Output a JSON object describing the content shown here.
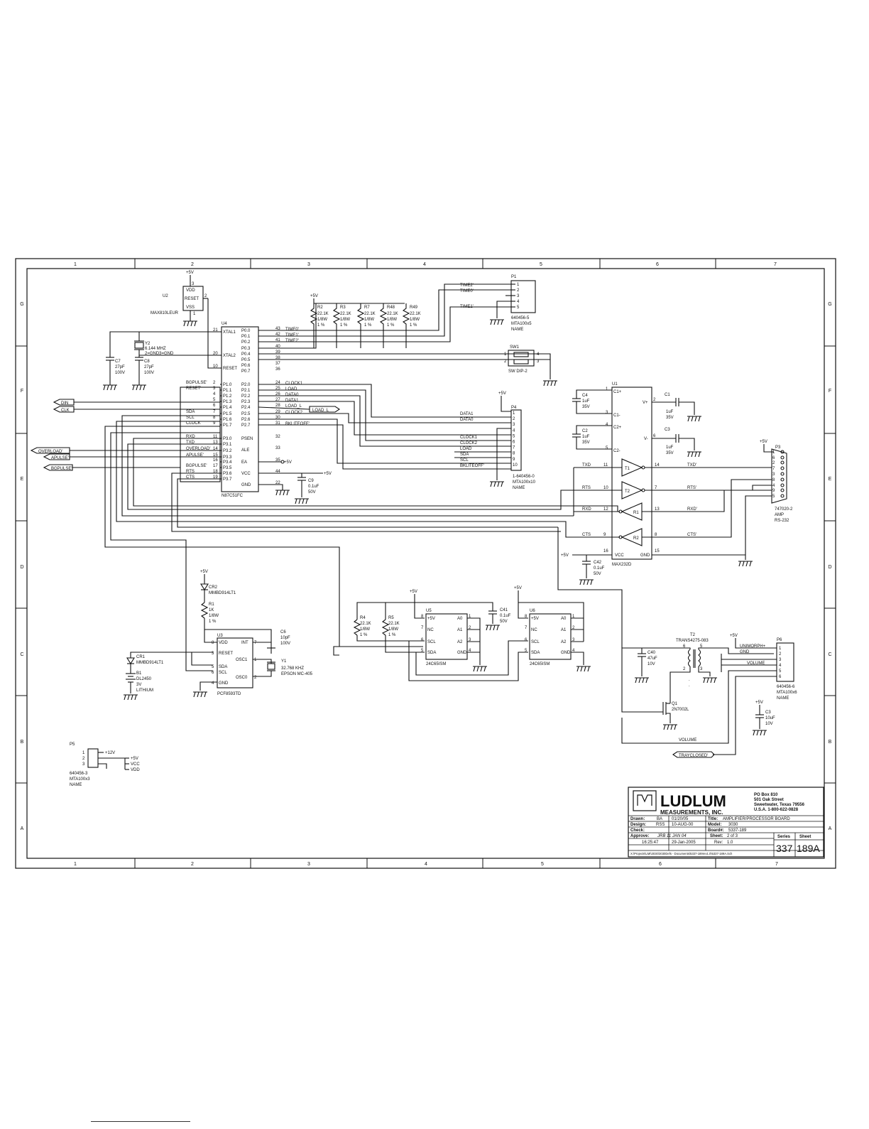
{
  "zones_cols": [
    "1",
    "2",
    "3",
    "4",
    "5",
    "6",
    "7"
  ],
  "zones_rows": [
    "G",
    "F",
    "E",
    "D",
    "C",
    "B",
    "A"
  ],
  "components": {
    "u2": {
      "ref": "U2",
      "part": "MAX810LEUR",
      "pins": {
        "vdd": "VDD",
        "reset": "RESET",
        "vss": "VSS",
        "n3": "3",
        "n2": "2",
        "n1": "1"
      },
      "supply": "+5V"
    },
    "u4": {
      "ref": "U4",
      "part": "N87C51FC",
      "left_pins": [
        "XTAL1",
        "XTAL2",
        "RESET",
        "P1.0",
        "P1.1",
        "P1.2",
        "P1.3",
        "P1.4",
        "P1.5",
        "P1.6",
        "P1.7",
        "P3.0",
        "P3.1",
        "P3.2",
        "P3.3",
        "P3.4",
        "P3.5",
        "P3.6",
        "P3.7"
      ],
      "left_nums": [
        "21",
        "20",
        "10",
        "2",
        "3",
        "4",
        "5",
        "6",
        "7",
        "8",
        "9",
        "11",
        "13",
        "14",
        "15",
        "16",
        "17",
        "18",
        "19"
      ],
      "right_pins": [
        "P0.0",
        "P0.1",
        "P0.2",
        "P0.3",
        "P0.4",
        "P0.5",
        "P0.6",
        "P0.7",
        "P2.0",
        "P2.1",
        "P2.2",
        "P2.3",
        "P2.4",
        "P2.5",
        "P2.6",
        "P2.7",
        "PSEN",
        "ALE",
        "EA",
        "VCC",
        "GND"
      ],
      "right_nums": [
        "43",
        "42",
        "41",
        "40",
        "39",
        "38",
        "37",
        "36",
        "24",
        "25",
        "26",
        "27",
        "28",
        "29",
        "30",
        "31",
        "32",
        "33",
        "35",
        "44",
        "22"
      ],
      "left_nets": [
        "BGPULSE'",
        "RESET'",
        "",
        "",
        "",
        "SDA",
        "SCL",
        "CLOCK",
        "RXD",
        "TXD",
        "OVERLOAD'",
        "APULSE'",
        "",
        "BGPULSE'",
        "RTS",
        "CTS"
      ],
      "right_nets": [
        "TIME0'",
        "TIME1'",
        "TIME2'",
        "CLOCK1",
        "LOAD",
        "DATA0",
        "DATA1",
        "LOAD_L",
        "CLOCK2",
        "",
        "BKLITEOFF'"
      ]
    },
    "y2": {
      "ref": "Y2",
      "value": "6.144 MHZ",
      "note": "2=GND3=GND"
    },
    "c7": {
      "ref": "C7",
      "value": "27pF",
      "voltage": "100V"
    },
    "c8": {
      "ref": "C8",
      "value": "27pF",
      "voltage": "100V"
    },
    "c9": {
      "ref": "C9",
      "value": "0.1uF",
      "voltage": "50V"
    },
    "resistors_top": [
      {
        "ref": "R2",
        "value": "22.1K",
        "power": "1/8W",
        "tol": "1 %"
      },
      {
        "ref": "R3",
        "value": "22.1K",
        "power": "1/8W",
        "tol": "1 %"
      },
      {
        "ref": "R7",
        "value": "22.1K",
        "power": "1/8W",
        "tol": "1 %"
      },
      {
        "ref": "R48",
        "value": "22.1K",
        "power": "1/8W",
        "tol": "1 %"
      },
      {
        "ref": "R49",
        "value": "22.1K",
        "power": "1/8W",
        "tol": "1 %"
      }
    ],
    "p1": {
      "ref": "P1",
      "part": "640456-5",
      "desc": "MTA100x5",
      "name": "NAME",
      "nets": [
        "TIME2'",
        "TIME0'",
        "TIME1'"
      ],
      "pins": [
        "1",
        "2",
        "3",
        "4",
        "5"
      ]
    },
    "sw1": {
      "ref": "SW1",
      "part": "SW DIP-2",
      "pins": [
        "1",
        "2",
        "3",
        "4"
      ]
    },
    "p4": {
      "ref": "P4",
      "part": "1-640456-0",
      "desc": "MTA100x10",
      "name": "NAME",
      "nets": [
        "DATA1",
        "DATA0",
        "CLOCK1",
        "CLOCK2",
        "LOAD",
        "SDA",
        "SCL",
        "BKLITEOFF'"
      ],
      "pins": [
        "1",
        "2",
        "3",
        "4",
        "5",
        "6",
        "7",
        "8",
        "9",
        "10"
      ]
    },
    "u1": {
      "ref": "U1",
      "part": "MAX232D",
      "pins": {
        "c1p": "C1+",
        "c1m": "C1-",
        "c2p": "C2+",
        "c2m": "C2-",
        "vp": "V+",
        "vm": "V-",
        "vcc": "VCC",
        "gnd": "GND"
      },
      "drivers": [
        "T1",
        "T2"
      ],
      "receivers": [
        "R1",
        "R2"
      ],
      "left_nets": [
        "TXD",
        "RTS",
        "RXD",
        "CTS"
      ],
      "left_nums": [
        "11",
        "10",
        "12",
        "9"
      ],
      "right_nets": [
        "TXD'",
        "RTS'",
        "RXD'",
        "CTS'"
      ],
      "right_nums": [
        "14",
        "7",
        "13",
        "8"
      ],
      "pin_nums": {
        "c1p": "1",
        "c1m": "3",
        "c2p": "4",
        "c2m": "5",
        "vp": "2",
        "vm": "6",
        "vcc": "16",
        "gnd": "15"
      }
    },
    "c4": {
      "ref": "C4",
      "value": "1uF",
      "voltage": "35V"
    },
    "c2": {
      "ref": "C2",
      "value": "1uF",
      "voltage": "35V"
    },
    "c1": {
      "ref": "C1",
      "value": "1uF",
      "voltage": "35V"
    },
    "c3": {
      "ref": "C3",
      "value": "1uF",
      "voltage": "35V"
    },
    "c42": {
      "ref": "C42",
      "value": "0.1uF",
      "voltage": "50V"
    },
    "p3": {
      "ref": "P3",
      "part": "747020-2",
      "desc": "AMP",
      "name": "RS-232",
      "pins": [
        "1",
        "6",
        "2",
        "7",
        "3",
        "8",
        "4",
        "9",
        "5"
      ]
    },
    "cr2": {
      "ref": "CR2",
      "part": "MMBD914LT1"
    },
    "r1": {
      "ref": "R1",
      "value": "1K",
      "power": "1/8W",
      "tol": "1 %"
    },
    "u3": {
      "ref": "U3",
      "part": "PCF8593TD",
      "pins": {
        "vdd": "VDD",
        "int": "INT",
        "reset": "RESET",
        "sda": "SDA",
        "scl": "SCL",
        "gnd": "GND",
        "osc1": "OSC1",
        "osc0": "OSC0"
      },
      "nums": {
        "vdd": "8",
        "int": "7",
        "reset": "3",
        "sda": "5",
        "scl": "6",
        "gnd": "4",
        "osc1": "1",
        "osc0": "2"
      }
    },
    "c6": {
      "ref": "C6",
      "value": "10pF",
      "voltage": "100V"
    },
    "y1": {
      "ref": "Y1",
      "value": "32.768 KHZ",
      "part": "EPSON MC-405"
    },
    "cr1": {
      "ref": "CR1",
      "part": "MMBD914LT1"
    },
    "b1": {
      "ref": "B1",
      "part": "DL2450",
      "voltage": "3V",
      "type": "LITHIUM"
    },
    "r4": {
      "ref": "R4",
      "value": "22.1K",
      "power": "1/8W",
      "tol": "1 %"
    },
    "r5": {
      "ref": "R5",
      "value": "22.1K",
      "power": "1/8W",
      "tol": "1 %"
    },
    "u5": {
      "ref": "U5",
      "part": "24C65ISM",
      "left": [
        "+5V",
        "NC",
        "SCL",
        "SDA"
      ],
      "left_nums": [
        "8",
        "7",
        "6",
        "5"
      ],
      "right": [
        "A0",
        "A1",
        "A2",
        "GND"
      ],
      "right_nums": [
        "1",
        "2",
        "3",
        "4"
      ]
    },
    "u6": {
      "ref": "U6",
      "part": "24C65ISM",
      "left": [
        "+5V",
        "NC",
        "SCL",
        "SDA"
      ],
      "left_nums": [
        "8",
        "7",
        "6",
        "5"
      ],
      "right": [
        "A0",
        "A1",
        "A2",
        "GND"
      ],
      "right_nums": [
        "1",
        "2",
        "3",
        "4"
      ]
    },
    "c41": {
      "ref": "C41",
      "value": "0.1uF",
      "voltage": "50V"
    },
    "t2": {
      "ref": "T2",
      "part": "TRANS4275-083",
      "pins": [
        "6",
        "5",
        "2",
        "3"
      ]
    },
    "c40": {
      "ref": "C40",
      "value": "47uF",
      "voltage": "10V"
    },
    "q1": {
      "ref": "Q1",
      "part": "2N7002L"
    },
    "p6": {
      "ref": "P6",
      "part": "640456-6",
      "desc": "MTA100x6",
      "name": "NAME",
      "nets": [
        "UNIMORPH+",
        "GND",
        "VOLUME"
      ],
      "pins": [
        "1",
        "2",
        "3",
        "4",
        "5",
        "6"
      ]
    },
    "c3b": {
      "ref": "C3",
      "value": "10uF",
      "voltage": "10V"
    },
    "p5": {
      "ref": "P5",
      "part": "640456-3",
      "desc": "MTA100x3",
      "name": "NAME",
      "nets": [
        "+12V",
        "+5V",
        "VCC",
        "VDD"
      ],
      "pins": [
        "1",
        "2",
        "3"
      ]
    }
  },
  "nets": {
    "v5": "+5V",
    "din": "DIN",
    "clk": "CLK",
    "overload": "OVERLOAD'",
    "apulse": "APULSE'",
    "bgpulse": "BGPULSE'",
    "load_l": "LOAD_L",
    "volume": "VOLUME",
    "trayclosed": "TRAYCLOSED'"
  },
  "title_block": {
    "company": "LUDLUM",
    "company2": "MEASUREMENTS, INC.",
    "address": [
      "PO Box 810",
      "501 Oak Street",
      "Sweetwater, Texas  79556",
      "U.S.A.  1-800-622-0828"
    ],
    "drawn_label": "Drawn:",
    "drawn_by": "BA",
    "drawn_date": "01/20/05",
    "design_label": "Design:",
    "design_by": "RSS",
    "design_date": "10-AUG-00",
    "check_label": "Check:",
    "approve_label": "Approve:",
    "approve_sig": "JRB 11 JAN 04",
    "time": "16:25:47",
    "date2": "29-Jan-2005",
    "title_label": "Title:",
    "title": "AMPLIFIER/PROCESSOR BOARD",
    "model_label": "Model:",
    "model": "3030",
    "board_label": "Board#:",
    "board": "5337-189",
    "sheet_label": "Sheet:",
    "sheet": "2  of  3",
    "rev_label": "Rev:",
    "rev": "1.0",
    "series_label": "Series",
    "series": "337",
    "sheetno_label": "Sheet",
    "sheetno": "189A",
    "path": "X:\\Projects\\LMI\\3030\\3030Defs - Documents\\5337-189rev1.0\\5337-189A.Sch"
  }
}
